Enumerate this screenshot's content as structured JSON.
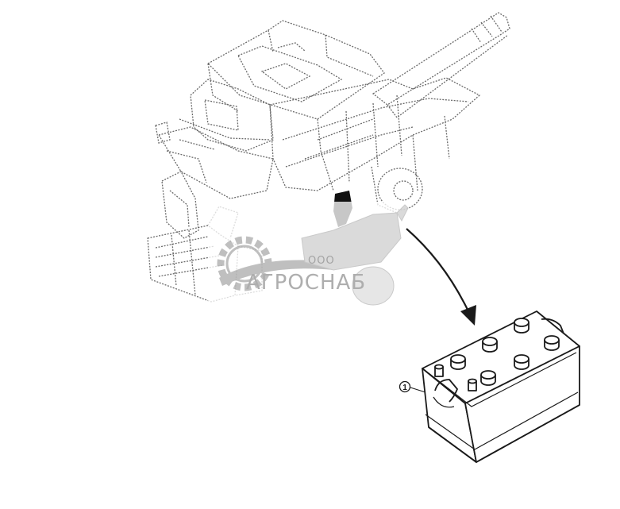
{
  "watermark": {
    "prefix": "ООО",
    "brand": "АГРОСНАБ"
  },
  "callouts": [
    {
      "label": "1"
    }
  ],
  "colors": {
    "ink": "#1a1a1a",
    "watermark": "#b9b9b9",
    "dotted": "#6a6a6a"
  }
}
